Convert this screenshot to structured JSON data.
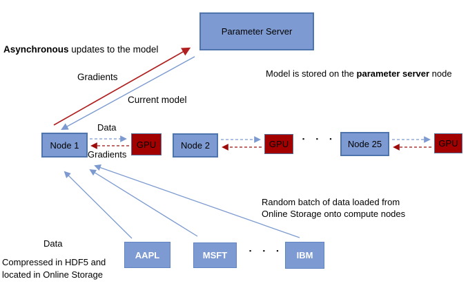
{
  "colors": {
    "box_blue_fill": "#7D9BD2",
    "box_blue_border": "#4E74AE",
    "gpu_red_fill": "#A30000",
    "data_box_text": "#FFFFFF",
    "arrow_blue": "#7C9AD0",
    "arrow_red": "#B02020",
    "dashed_red": "#9E0B0B",
    "text": "#000000"
  },
  "boxes": {
    "parameter_server": "Parameter Server",
    "node1": "Node 1",
    "node2": "Node 2",
    "node25": "Node 25",
    "gpu": "GPU",
    "aapl": "AAPL",
    "msft": "MSFT",
    "ibm": "IBM"
  },
  "annotations": {
    "async_bold": "Asynchronous",
    "async_rest": " updates to the model",
    "gradients_upper": "Gradients",
    "current_model": "Current model",
    "model_stored_pre": "Model is stored on the ",
    "model_stored_bold": "parameter server",
    "model_stored_post": " node",
    "data_mid": "Data",
    "gradients_mid": "Gradients",
    "random_batch_line1": "Random batch of data loaded from",
    "random_batch_line2": "Online Storage onto compute nodes",
    "data_bottom": "Data",
    "compressed_line1": "Compressed  in HDF5 and",
    "compressed_line2": "located in Online Storage",
    "ellipsis": "▪ ▪ ▪"
  }
}
